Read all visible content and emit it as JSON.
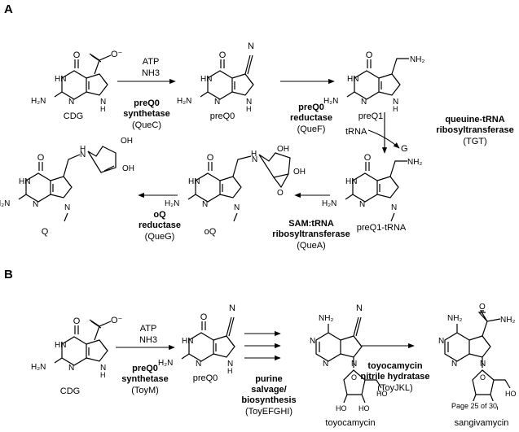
{
  "panels": {
    "a": "A",
    "b": "B"
  },
  "panel_a": {
    "compounds": {
      "cdg": "CDG",
      "preq0": "preQ0",
      "preq1": "preQ1",
      "preq1_trna": "preQ1-tRNA",
      "oq": "oQ",
      "q": "Q"
    },
    "step1": {
      "reagents": [
        "ATP",
        "NH3"
      ],
      "enzyme_lines": [
        "preQ0",
        "synthetase"
      ],
      "gene": "(QueC)"
    },
    "step2": {
      "enzyme_lines": [
        "preQ0",
        "reductase"
      ],
      "gene": "(QueF)"
    },
    "step3": {
      "enzyme_lines": [
        "queuine-tRNA",
        "ribosyltransferase"
      ],
      "gene": "(TGT)",
      "in": "tRNA",
      "out": "G"
    },
    "step4": {
      "enzyme_lines": [
        "SAM:tRNA",
        "ribosyltransferase"
      ],
      "gene": "(QueA)"
    },
    "step5": {
      "enzyme_lines": [
        "oQ",
        "reductase"
      ],
      "gene": "(QueG)"
    }
  },
  "panel_b": {
    "compounds": {
      "cdg": "CDG",
      "preq0": "preQ0",
      "toyocamycin": "toyocamycin",
      "sangivamycin": "sangivamycin"
    },
    "step1": {
      "reagents": [
        "ATP",
        "NH3"
      ],
      "enzyme_lines": [
        "preQ0",
        "synthetase"
      ],
      "gene": "(ToyM)"
    },
    "step2": {
      "enzyme_lines": [
        "purine",
        "salvage/",
        "biosynthesis"
      ],
      "gene": "(ToyEFGHI)"
    },
    "step3": {
      "enzyme_lines": [
        "toyocamycin",
        "nitrile hydratase"
      ],
      "gene": "(ToyJKL)"
    }
  },
  "page_label": "Page 25 of 30"
}
